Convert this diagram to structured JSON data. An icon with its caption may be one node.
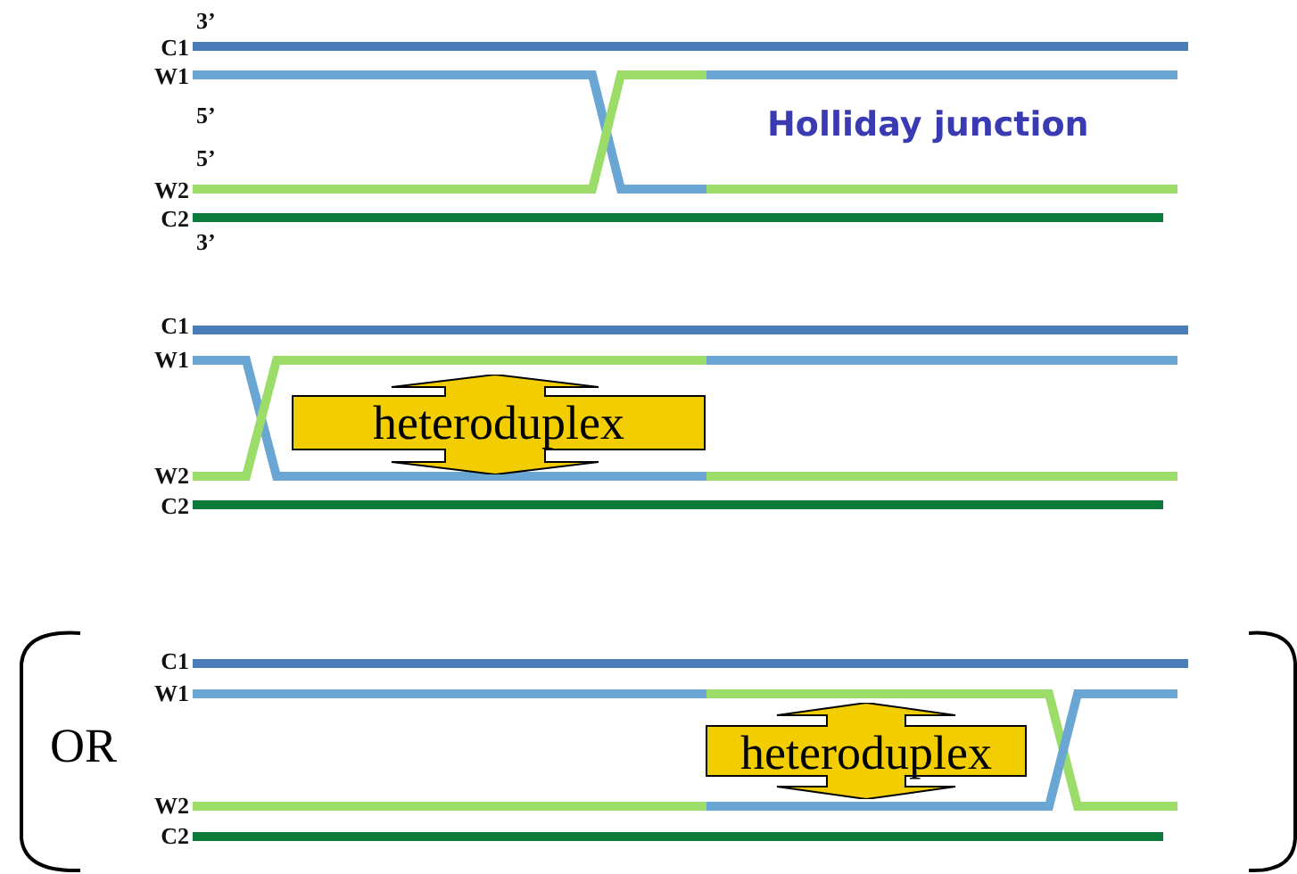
{
  "diagram": {
    "nodes": [
      {
        "text": [
          "heteroduplex"
        ]
      },
      {
        "text": [
          "heteroduplex"
        ]
      }
    ],
    "labels": [
      "C1",
      "3’",
      "W1",
      "5’",
      "Holliday junction",
      "5’",
      "W2",
      "C2",
      "3’",
      "C1",
      "W1",
      "W2",
      "C2",
      "C1",
      "W1",
      "OR",
      "W2",
      "C2"
    ]
  }
}
